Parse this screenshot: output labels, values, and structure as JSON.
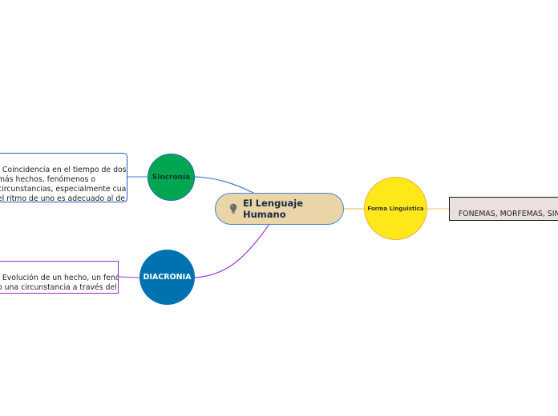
{
  "central": {
    "label": "El Lenguaje Humano",
    "icon": "lightbulb-icon"
  },
  "nodes": {
    "sincronia": {
      "label": "Sincronia",
      "color": "#00a651"
    },
    "diacronia": {
      "label": "DIACRONIA",
      "color": "#0072b0"
    },
    "forma": {
      "label": "Forma Linguistica",
      "color": "#ffe81a"
    }
  },
  "notes": {
    "sincronia": {
      "text": "Coincidencia en el tiempo de dos o\nmás hechos, fenómenos o\ncircunstancias, especialmente cuando\nel ritmo de uno es adecuado al de",
      "border_color": "#1f5fb8"
    },
    "diacronia": {
      "text": "Evolución de un hecho, un fenómeno\no una circunstancia a través del\ntiempo.",
      "border_color": "#9b27c9"
    },
    "forma": {
      "text": "FONEMAS, MORFEMAS, SINTAGMAS,\nENUNCIADOS",
      "border_color": "#1a1a1a",
      "background": "#ebe0e0"
    }
  },
  "connector_colors": {
    "sincronia": "#3d7cd6",
    "diacronia": "#a23ad6",
    "forma": "#f2c46a"
  }
}
